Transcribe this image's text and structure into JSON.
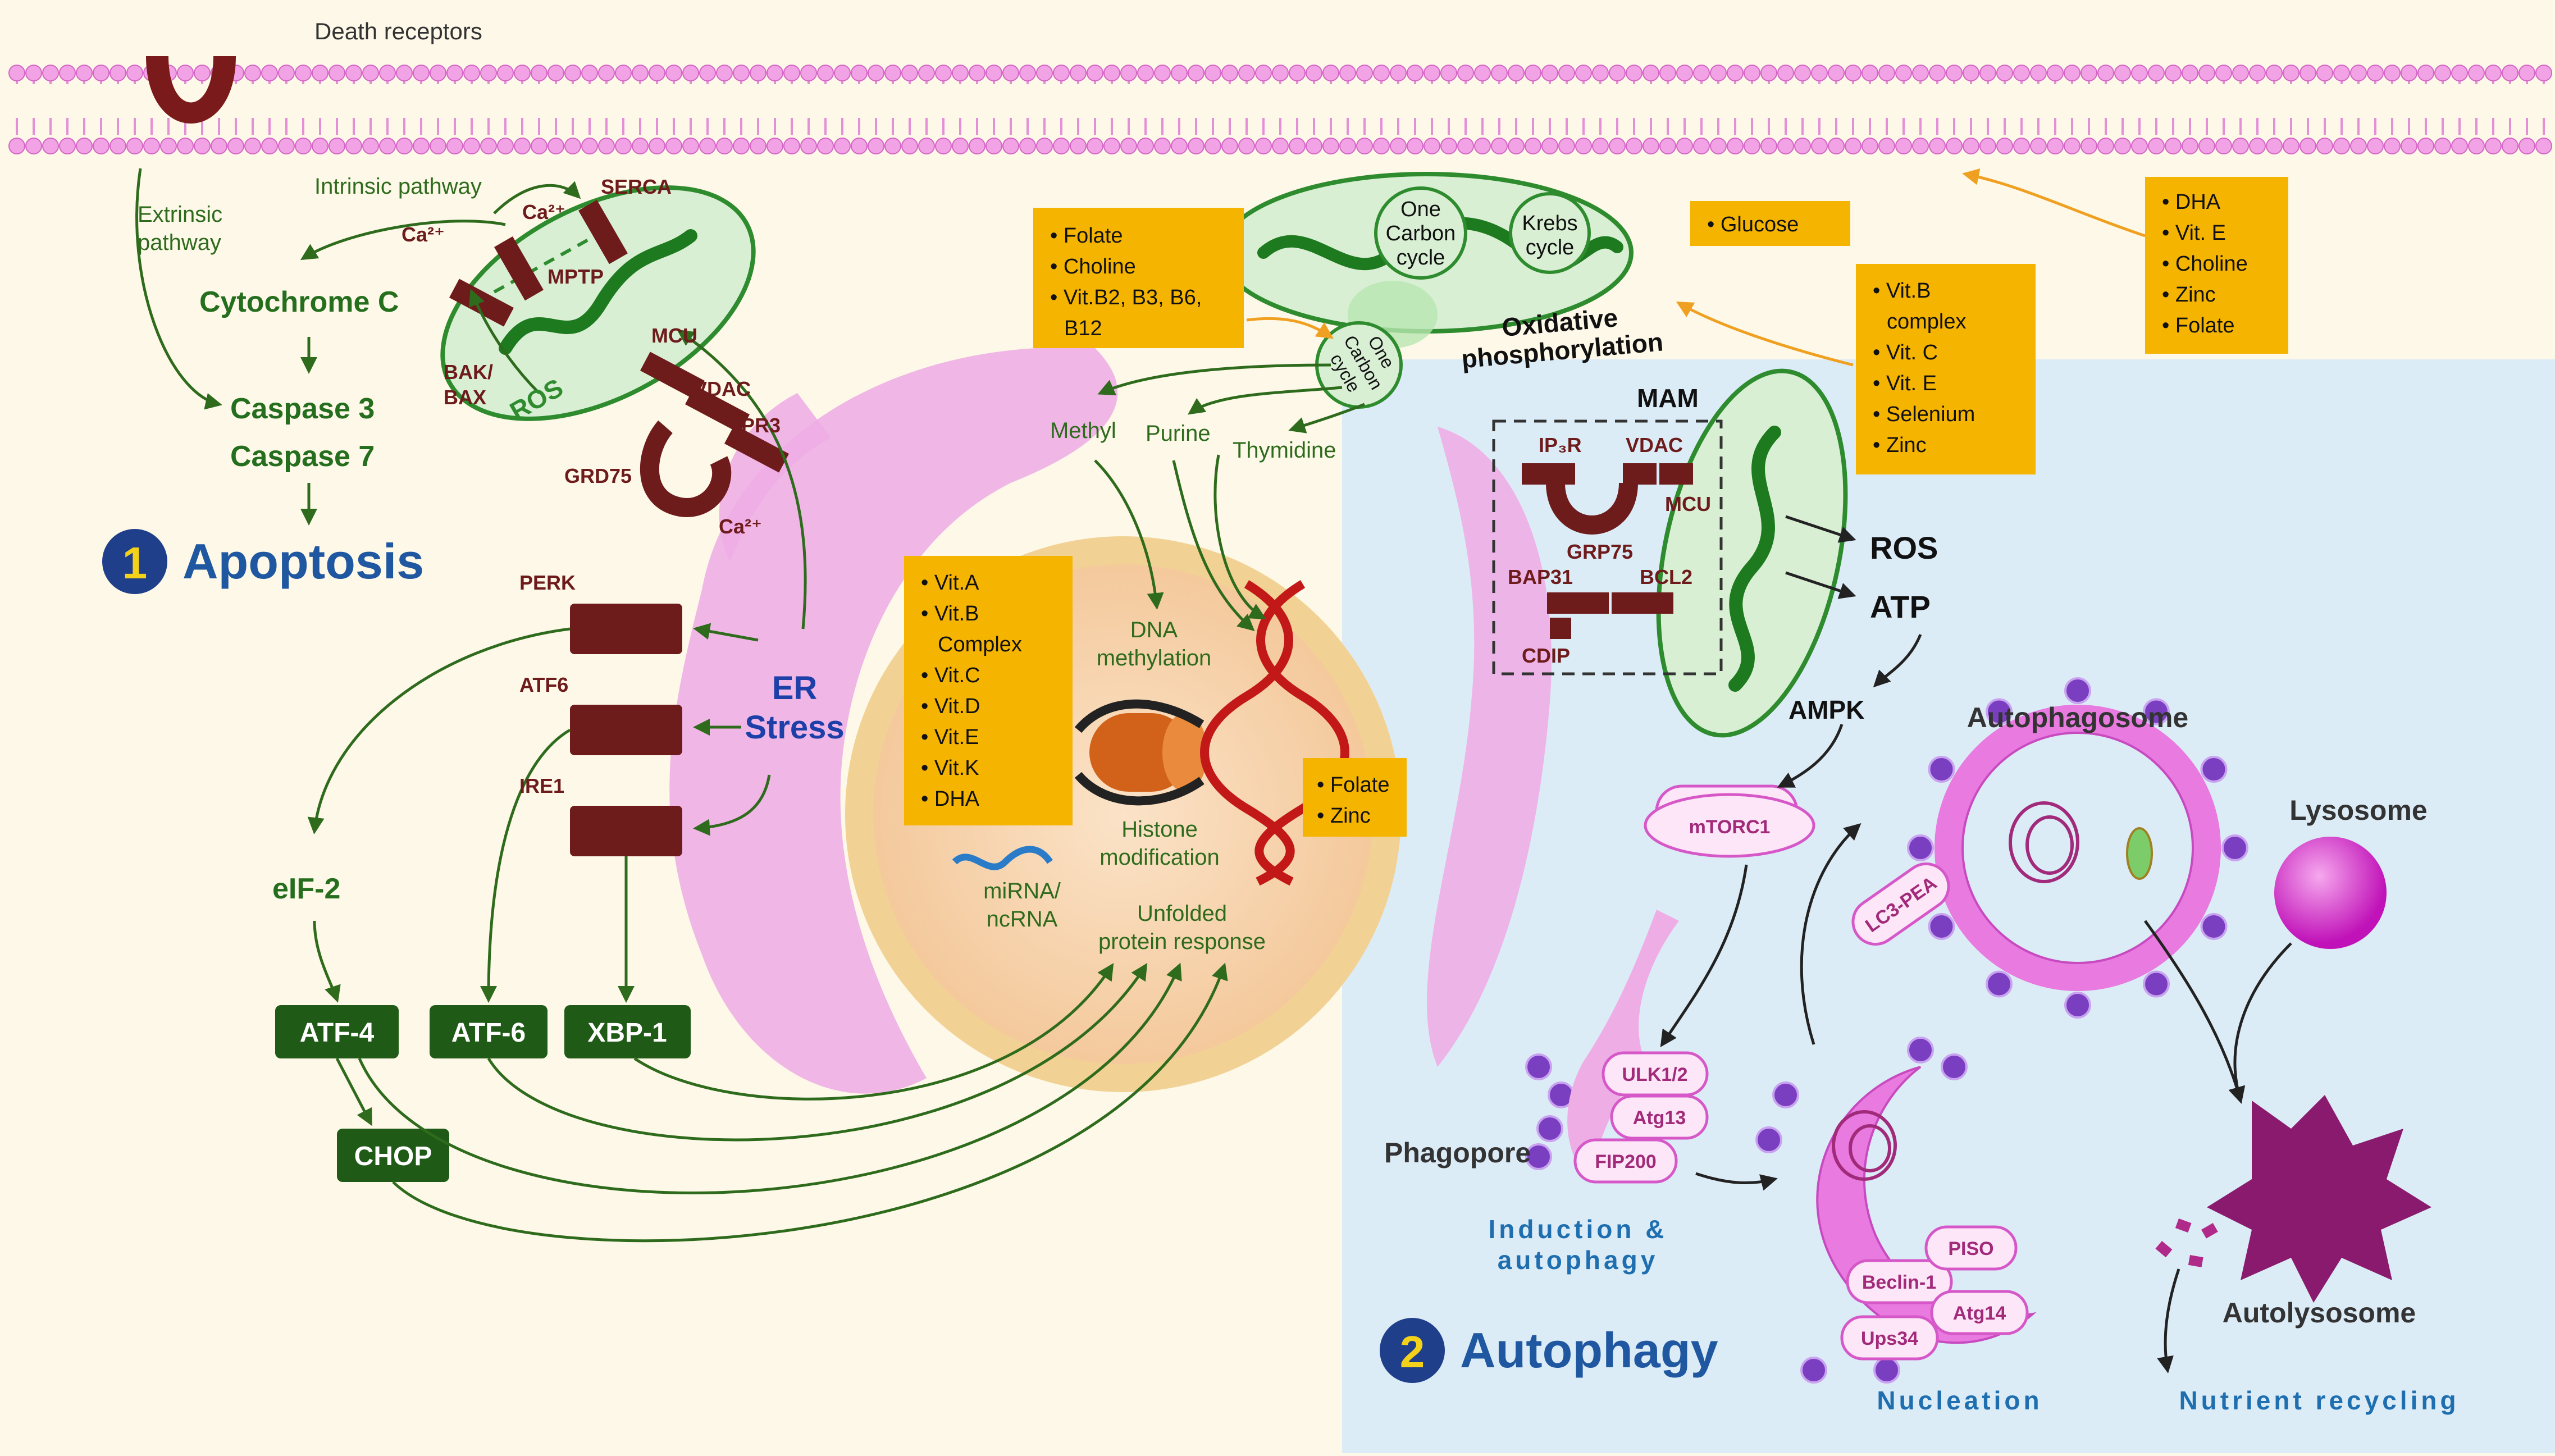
{
  "membrane": {
    "death_receptors": "Death receptors"
  },
  "apoptosis": {
    "intrinsic": "Intrinsic pathway",
    "extrinsic_1": "Extrinsic",
    "extrinsic_2": "pathway",
    "ca": "Ca²⁺",
    "serca": "SERCA",
    "mptp": "MPTP",
    "cytochrome": "Cytochrome C",
    "caspase3": "Caspase 3",
    "caspase7": "Caspase 7",
    "bak_1": "BAK/",
    "bak_2": "BAX",
    "ros": "ROS",
    "mcu": "MCU",
    "vdac": "VDAC",
    "ipr3": "IPR3",
    "grd75": "GRD75",
    "number": "1",
    "title": "Apoptosis"
  },
  "er": {
    "perk": "PERK",
    "atf6": "ATF6",
    "ire1": "IRE1",
    "stress_1": "ER",
    "stress_2": "Stress",
    "eif2": "eIF-2",
    "atf4_box": "ATF-4",
    "atf6_box": "ATF-6",
    "xbp1_box": "XBP-1",
    "chop_box": "CHOP"
  },
  "nucleus": {
    "methyl": "Methyl",
    "purine": "Purine",
    "thymidine": "Thymidine",
    "dna_1": "DNA",
    "dna_2": "methylation",
    "histone_1": "Histone",
    "histone_2": "modification",
    "mirna_1": "miRNA/",
    "mirna_2": "ncRNA",
    "upr_1": "Unfolded",
    "upr_2": "protein response"
  },
  "mito": {
    "one_carbon": [
      "One",
      "Carbon",
      "cycle"
    ],
    "krebs": [
      "Krebs",
      "cycle"
    ],
    "oxphos_1": "Oxidative",
    "oxphos_2": "phosphorylation"
  },
  "nutrients": {
    "box1": [
      "Folate",
      "Choline",
      "Vit.B2, B3, B6,",
      "B12"
    ],
    "box2": [
      "Glucose"
    ],
    "box3": [
      "Vit.B",
      "complex",
      "Vit. C",
      "Vit. E",
      "Selenium",
      "Zinc"
    ],
    "box4": [
      "DHA",
      "Vit. E",
      "Choline",
      "Zinc",
      "Folate"
    ],
    "box5": [
      "Vit.A",
      "Vit.B",
      "Complex",
      "Vit.C",
      "Vit.D",
      "Vit.E",
      "Vit.K",
      "DHA"
    ],
    "box6": [
      "Folate",
      "Zinc"
    ]
  },
  "mam": {
    "title": "MAM",
    "ip3r": "IP₃R",
    "vdac": "VDAC",
    "mcu": "MCU",
    "grp75": "GRP75",
    "bap31": "BAP31",
    "bcl2": "BCL2",
    "cdip": "CDIP",
    "ros": "ROS",
    "atp": "ATP",
    "ampk": "AMPK"
  },
  "autophagy": {
    "mtorc1": "mTORC1",
    "autophagosome": "Autophagosome",
    "lc3": "LC3-PEA",
    "lysosome": "Lysosome",
    "phagopore": "Phagopore",
    "ulk": "ULK1/2",
    "atg13": "Atg13",
    "fip200": "FIP200",
    "induction_1": "Induction &",
    "induction_2": "autophagy",
    "beclin": "Beclin-1",
    "piso": "PISO",
    "atg14": "Atg14",
    "ups34": "Ups34",
    "nucleation": "Nucleation",
    "autolysosome": "Autolysosome",
    "recycling": "Nutrient recycling",
    "number": "2",
    "title": "Autophagy"
  },
  "colors": {
    "green": "#2e6b1c",
    "maroon": "#6d1b1b",
    "er_pink": "#e9a6e0",
    "box_yellow": "#f5b400",
    "dark_green_box": "#1f5a16"
  }
}
